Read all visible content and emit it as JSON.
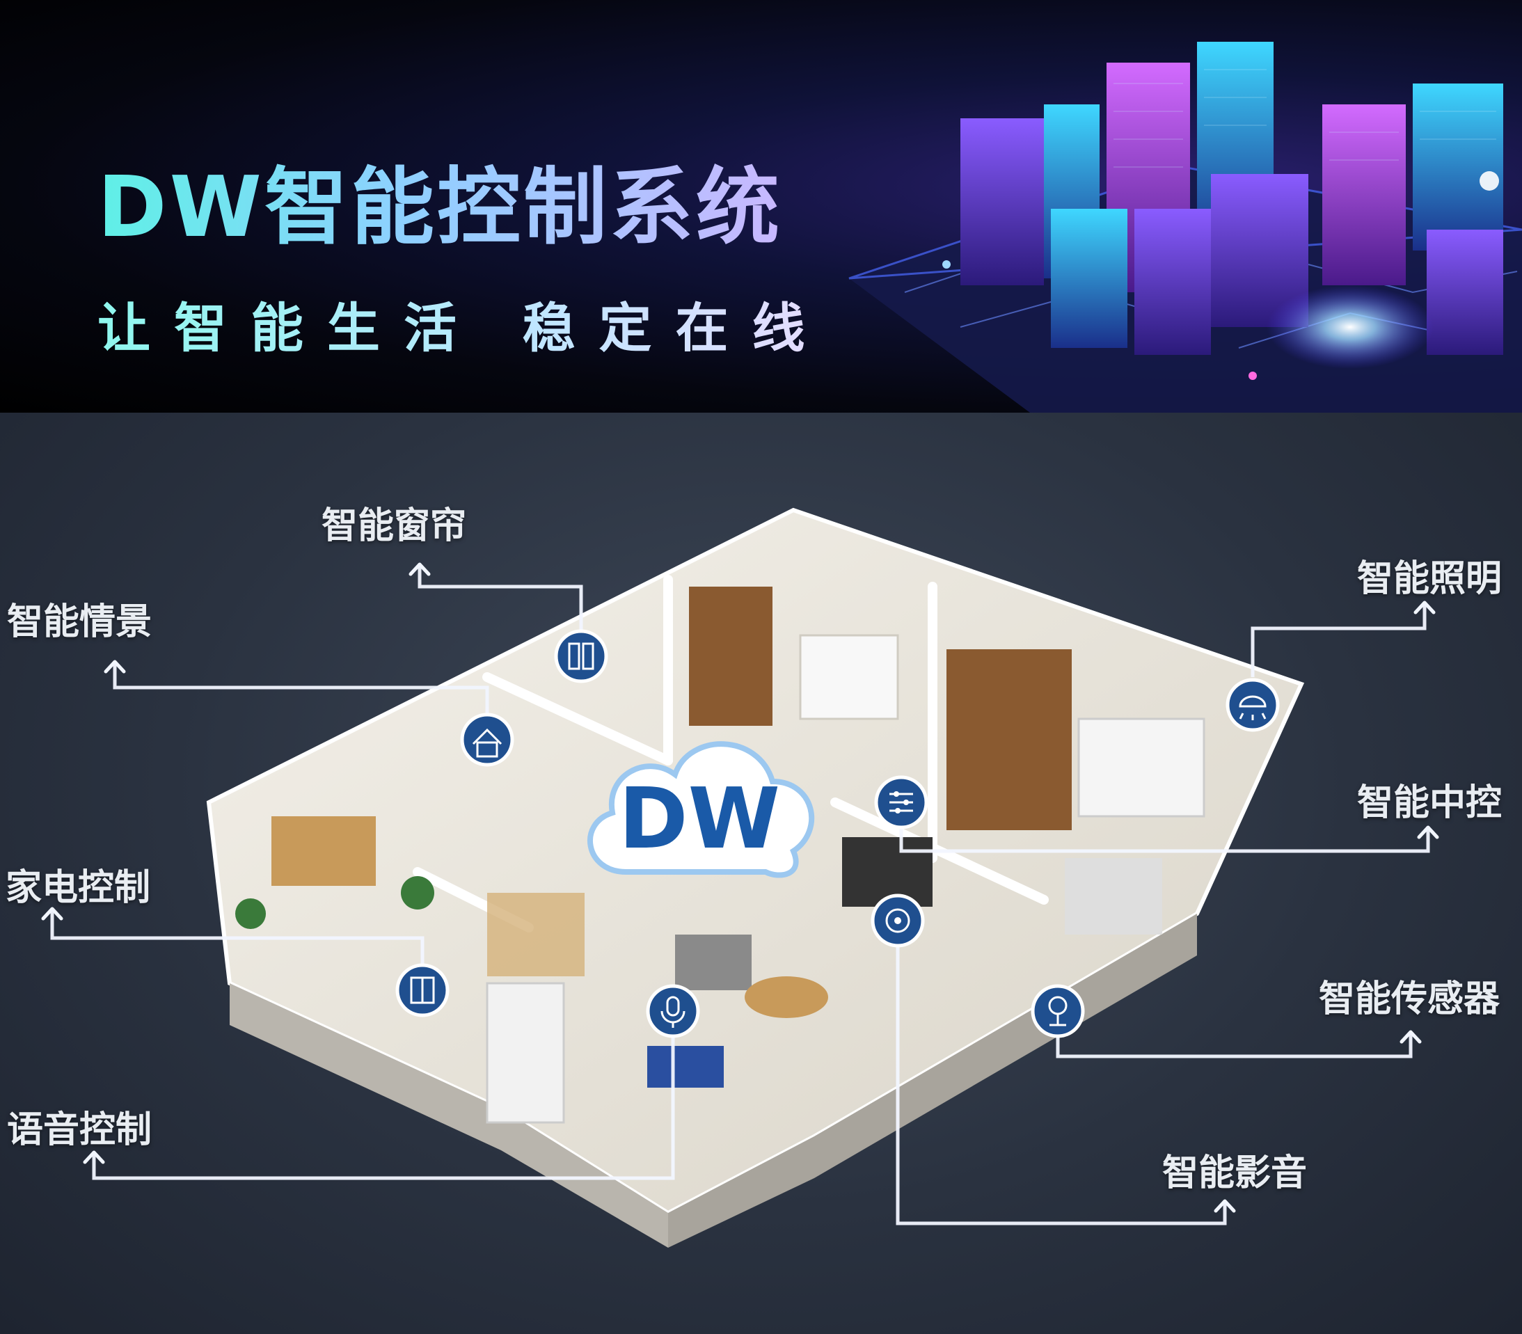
{
  "banner": {
    "title": "DW智能控制系统",
    "subtitle": "让智能生活 稳定在线"
  },
  "logo_text": "DW",
  "features": {
    "curtain": "智能窗帘",
    "scene": "智能情景",
    "lighting": "智能照明",
    "central_control": "智能中控",
    "appliance": "家电控制",
    "sensor": "智能传感器",
    "voice": "语音控制",
    "av": "智能影音"
  },
  "colors": {
    "accent_cyan": "#5ff0e6",
    "accent_purple": "#c9b8ff",
    "logo_blue": "#1a5aa8",
    "icon_blue": "#1f4f8f"
  }
}
